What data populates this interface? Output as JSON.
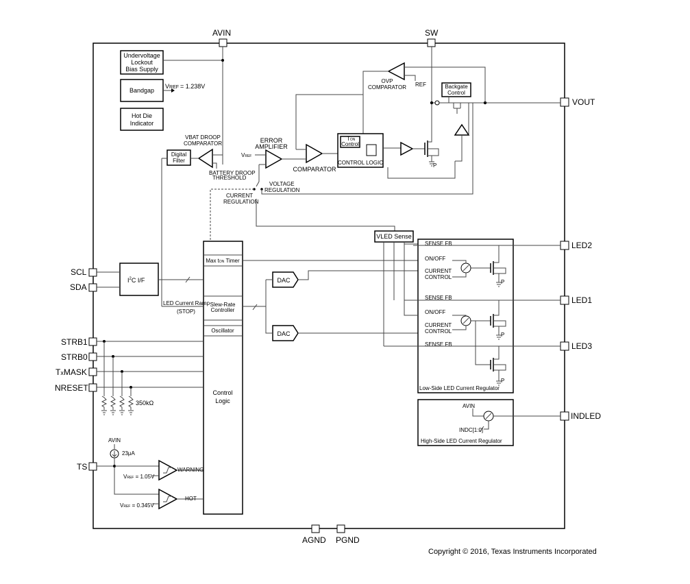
{
  "pins": {
    "avin": "AVIN",
    "sw": "SW",
    "vout": "VOUT",
    "led2": "LED2",
    "led1": "LED1",
    "led3": "LED3",
    "indled": "INDLED",
    "scl": "SCL",
    "sda": "SDA",
    "strb1": "STRB1",
    "strb0": "STRB0",
    "txmask_pre": "T",
    "txmask_x": "x",
    "txmask_post": "MASK",
    "nreset": "NRESET",
    "ts": "TS",
    "agnd": "AGND",
    "pgnd": "PGND"
  },
  "blocks": {
    "uvlo": [
      "Undervoltage",
      "Lockout",
      "Bias Supply"
    ],
    "bandgap": "Bandgap",
    "vref_v": "V",
    "vref_sub": "REF",
    "vref_val": "= 1.238V",
    "hotdie": [
      "Hot Die",
      "Indicator"
    ],
    "vbat_droop": [
      "VBAT DROOP",
      "COMPARATOR"
    ],
    "digital_filter": [
      "Digital",
      "Filter"
    ],
    "battery_droop": [
      "BATTERY DROOP",
      "THRESHOLD"
    ],
    "error_amp": [
      "ERROR",
      "AMPLIFIER"
    ],
    "vref_small_v": "V",
    "vref_small_sub": "REF",
    "comparator": "COMPARATOR",
    "ton_t": "T",
    "ton_sub": "ON",
    "ton_control": "Control",
    "control_logic_top": "CONTROL LOGIC",
    "ovp": [
      "OVP",
      "COMPARATOR"
    ],
    "ref": "REF",
    "backgate": [
      "Backgate",
      "Control"
    ],
    "voltage_reg": [
      "VOLTAGE",
      "REGULATION"
    ],
    "current_reg": [
      "CURRENT",
      "REGULATION"
    ],
    "vled_sense": "VLED Sense",
    "max_timer_a": "Max t",
    "max_timer_sub": "ON",
    "max_timer_b": " Timer",
    "slew": [
      "Slew-Rate",
      "Controller"
    ],
    "oscillator": "Oscillator",
    "control_logic": [
      "Control",
      "Logic"
    ],
    "led_ramp": [
      "LED Current Ramp",
      "(STOP)"
    ],
    "i2c_a": "I",
    "i2c_sup": "2",
    "i2c_b": "C I/F",
    "dac1": "DAC",
    "dac2": "DAC",
    "sense_fb": "SENSE FB",
    "on_off": "ON/OFF",
    "current_control": [
      "CURRENT",
      "CONTROL"
    ],
    "p": "P",
    "low_side": "Low-Side LED Current Regulator",
    "high_side": "High-Side LED Current Regulator",
    "hs_avin": "AVIN",
    "indc": "INDC[1:0]",
    "resistor": "350kΩ",
    "ts_avin": "AVIN",
    "ts_current": "23μA",
    "warning": "WARNING",
    "hot": "HOT",
    "vref_warn_v": "V",
    "vref_warn_sub": "REF",
    "vref_warn_val": " = 1.05V",
    "vref_hot_v": "V",
    "vref_hot_sub": "REF",
    "vref_hot_val": " = 0.345V"
  },
  "copyright": "Copyright © 2016, Texas Instruments Incorporated"
}
